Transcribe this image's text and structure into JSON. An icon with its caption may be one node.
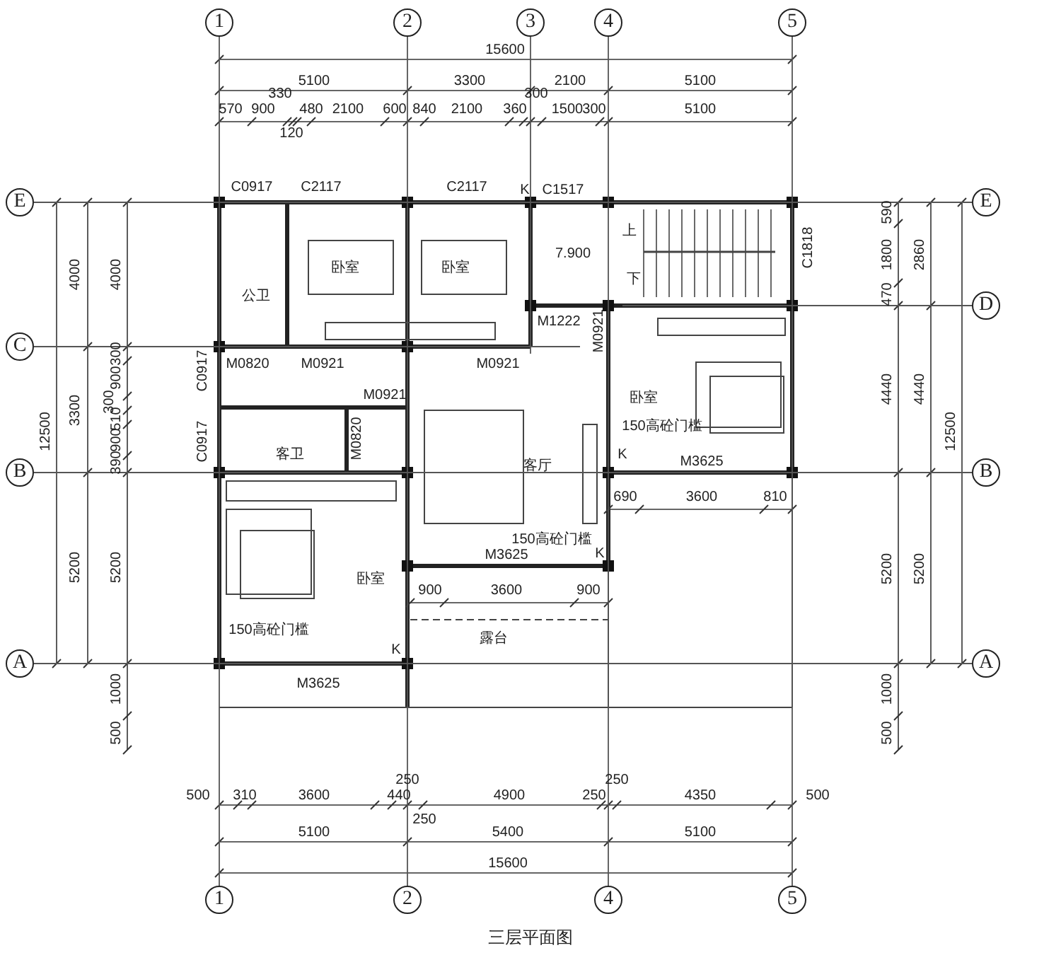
{
  "diagram": {
    "caption": "三层平面图",
    "nodes": [
      {
        "text": [
          "1"
        ]
      },
      {
        "text": [
          "2"
        ]
      },
      {
        "text": [
          "3"
        ]
      },
      {
        "text": [
          "4"
        ]
      },
      {
        "text": [
          "5"
        ]
      },
      {
        "text": [
          "E"
        ]
      },
      {
        "text": [
          "E"
        ]
      },
      {
        "text": [
          "D"
        ]
      },
      {
        "text": [
          "C"
        ]
      },
      {
        "text": [
          "B"
        ]
      },
      {
        "text": [
          "B"
        ]
      },
      {
        "text": [
          "A"
        ]
      },
      {
        "text": [
          "A"
        ]
      },
      {
        "text": [
          "1"
        ]
      },
      {
        "text": [
          "2"
        ]
      },
      {
        "text": [
          "4"
        ]
      },
      {
        "text": [
          "5"
        ]
      }
    ],
    "edges": [
      {
        "from": 0,
        "to": 13,
        "arrow": "none"
      },
      {
        "from": 1,
        "to": 14,
        "arrow": "none"
      },
      {
        "from": 2,
        "to": null,
        "arrow": "none"
      },
      {
        "from": 3,
        "to": 15,
        "arrow": "none"
      },
      {
        "from": 4,
        "to": 16,
        "arrow": "none"
      },
      {
        "from": 5,
        "to": 6,
        "arrow": "none"
      },
      {
        "from": 7,
        "to": null,
        "arrow": "none"
      },
      {
        "from": 8,
        "to": null,
        "arrow": "none"
      },
      {
        "from": 9,
        "to": 10,
        "arrow": "none"
      },
      {
        "from": 11,
        "to": 12,
        "arrow": "none"
      }
    ],
    "labels": [
      "15600",
      "5100",
      "3300",
      "2100",
      "5100",
      "570",
      "900",
      "330",
      "120",
      "480",
      "2100",
      "600",
      "840",
      "2100",
      "360",
      "300",
      "1500",
      "300",
      "5100",
      "12500",
      "4000",
      "3300",
      "5200",
      "4000",
      "300",
      "900",
      "300",
      "510",
      "900",
      "390",
      "5200",
      "1000",
      "500",
      "590",
      "1800",
      "470",
      "2860",
      "4440",
      "4440",
      "12500",
      "5200",
      "5200",
      "1000",
      "500",
      "C0917",
      "C2117",
      "C2117",
      "K",
      "C1517",
      "7.900",
      "上",
      "下",
      "C1818",
      "卧室",
      "卧室",
      "公卫",
      "M1222",
      "M0921",
      "M0820",
      "M0921",
      "M0921",
      "C0917",
      "M0921",
      "C0917",
      "客卫",
      "M0820",
      "卧室",
      "150高砼门槛",
      "K",
      "M3625",
      "690",
      "3600",
      "810",
      "客厅",
      "150高砼门槛",
      "M3625",
      "K",
      "900",
      "3600",
      "900",
      "卧室",
      "露台",
      "150高砼门槛",
      "K",
      "M3625",
      "500",
      "310",
      "3600",
      "440",
      "250",
      "250",
      "4900",
      "250",
      "250",
      "4350",
      "500",
      "5100",
      "5400",
      "5100",
      "15600"
    ]
  }
}
